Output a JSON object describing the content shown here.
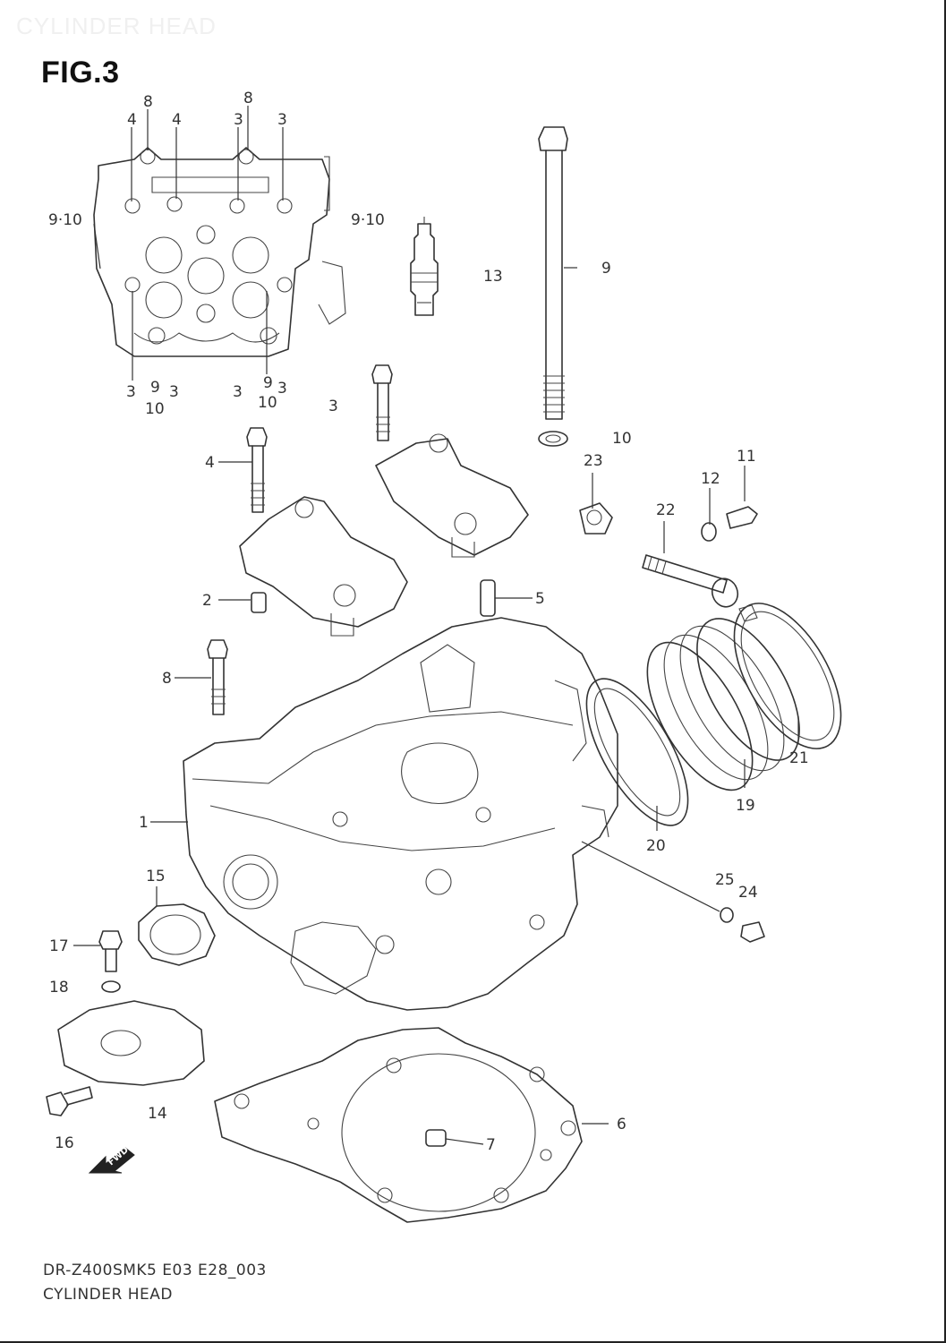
{
  "watermark_title": "CYLINDER HEAD",
  "figure_label": "FIG.3",
  "footer": {
    "model_code": "DR-Z400SMK5 E03 E28_003",
    "section_name": "CYLINDER HEAD"
  },
  "fwd_badge": "FWD",
  "callouts": {
    "c1": "1",
    "c2": "2",
    "c3": "3",
    "c4": "4",
    "c5": "5",
    "c6": "6",
    "c7": "7",
    "c8": "8",
    "c9": "9",
    "c10": "10",
    "c11": "11",
    "c12": "12",
    "c13": "13",
    "c14": "14",
    "c15": "15",
    "c16": "16",
    "c17": "17",
    "c18": "18",
    "c19": "19",
    "c20": "20",
    "c21": "21",
    "c22": "22",
    "c23": "23",
    "c24": "24",
    "c25": "25",
    "c9_10": "9·10"
  }
}
